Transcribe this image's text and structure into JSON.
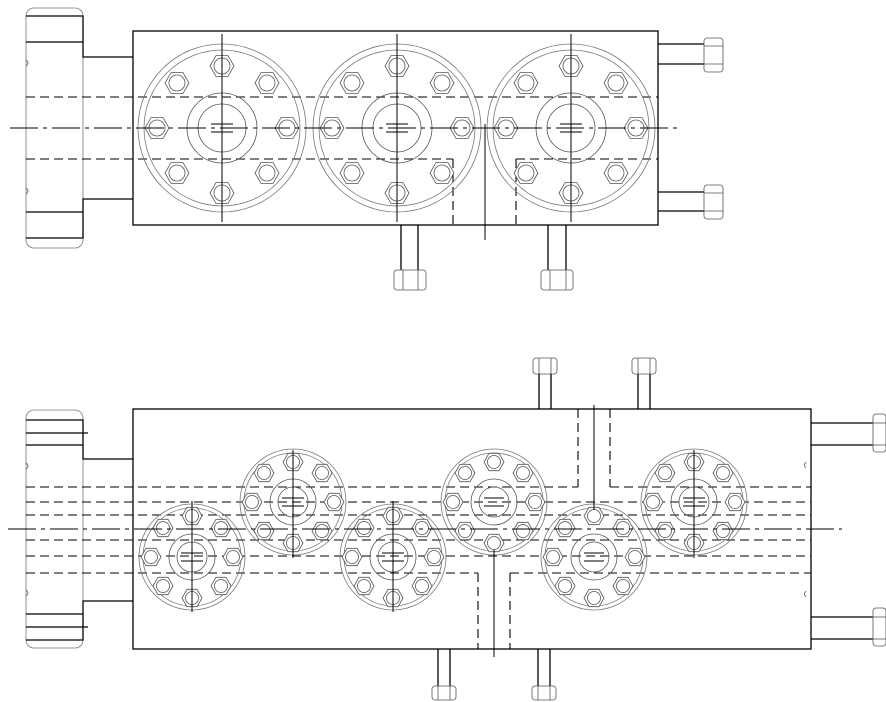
{
  "drawing": {
    "views": [
      {
        "name": "top-view-three-flange-block",
        "flange_count": 3
      },
      {
        "name": "bottom-view-six-flange-block",
        "flange_count": 6
      }
    ],
    "colors": {
      "line": "#000000",
      "thin_line": "#555555",
      "background": "#ffffff"
    },
    "line_types": [
      "solid",
      "hidden-dashed",
      "center-dash-dot"
    ]
  }
}
